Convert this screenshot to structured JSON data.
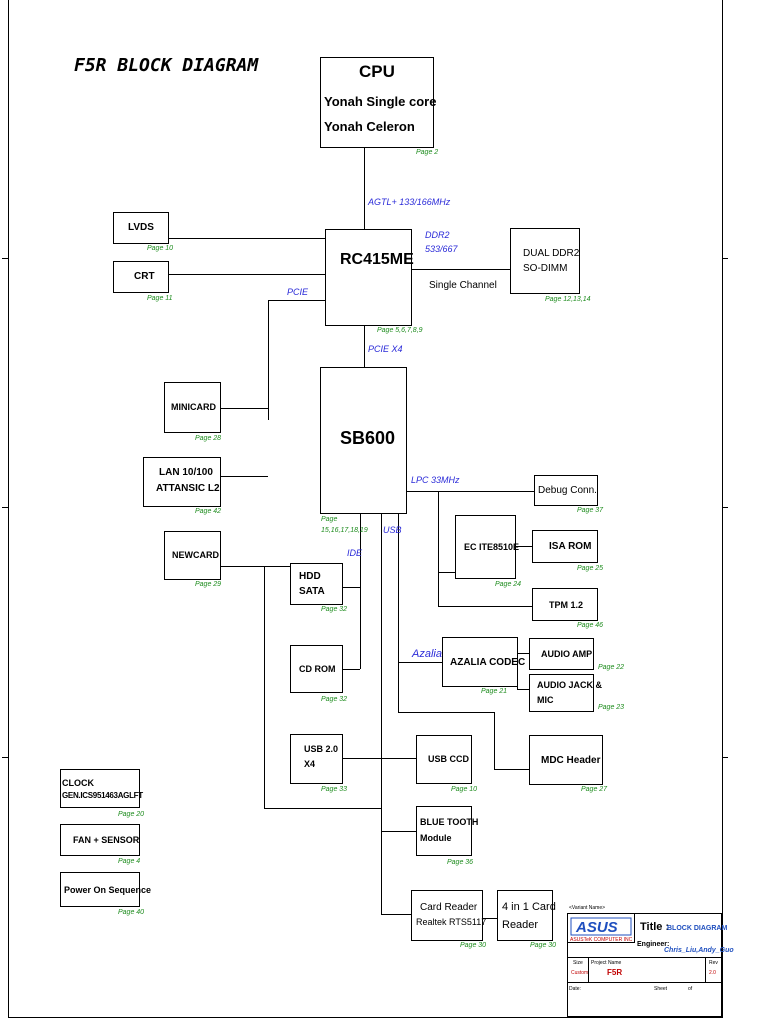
{
  "diagram_title": "F5R BLOCK DIAGRAM",
  "blocks": {
    "cpu": {
      "title": "CPU",
      "line1": "Yonah Single core",
      "line2": "Yonah Celeron",
      "page": "Page 2"
    },
    "lvds": {
      "label": "LVDS",
      "page": "Page 10"
    },
    "crt": {
      "label": "CRT",
      "page": "Page 11"
    },
    "rc415me": {
      "label": "RC415ME",
      "page": "Page 5,6,7,8,9"
    },
    "dual_ddr2": {
      "line1": "DUAL DDR2",
      "line2": "SO-DIMM",
      "page": "Page 12,13,14"
    },
    "minicard": {
      "label": "MINICARD",
      "page": "Page 28"
    },
    "lan": {
      "line1": "LAN 10/100",
      "line2": "ATTANSIC L2",
      "page": "Page 42"
    },
    "sb600": {
      "label": "SB600",
      "page_a": "Page",
      "page_b": "15,16,17,18,19"
    },
    "newcard": {
      "label": "NEWCARD",
      "page": "Page 29"
    },
    "debug": {
      "label": "Debug Conn.",
      "page": "Page 37"
    },
    "ec": {
      "label": "EC ITE8510E",
      "page": "Page 24"
    },
    "isa_rom": {
      "label": "ISA ROM",
      "page": "Page 25"
    },
    "tpm": {
      "label": "TPM 1.2",
      "page": "Page 46"
    },
    "hdd": {
      "line1": "HDD",
      "line2": "SATA",
      "page": "Page 32"
    },
    "cd_rom": {
      "label": "CD ROM",
      "page": "Page 32"
    },
    "azalia_codec": {
      "label": "AZALIA CODEC",
      "page": "Page 21"
    },
    "audio_amp": {
      "label": "AUDIO AMP",
      "page": "Page 22"
    },
    "audio_jack": {
      "line1": "AUDIO JACK &",
      "line2": "MIC",
      "page": "Page 23"
    },
    "mdc": {
      "label": "MDC Header",
      "page": "Page 27"
    },
    "usb20": {
      "line1": "USB 2.0",
      "line2": "X4",
      "page": "Page 33"
    },
    "usb_ccd": {
      "label": "USB CCD",
      "page": "Page 10"
    },
    "bluetooth": {
      "line1": "BLUE TOOTH",
      "line2": "Module",
      "page": "Page 36"
    },
    "card_reader": {
      "line1": "Card Reader",
      "line2": "Realtek RTS5117",
      "page": "Page 30"
    },
    "four_in_one": {
      "line1": "4 in 1 Card",
      "line2": "Reader",
      "page": "Page 30"
    },
    "clock": {
      "line1": "CLOCK",
      "line2": "GEN.ICS951463AGLFT",
      "page": "Page 20"
    },
    "fan": {
      "label": "FAN + SENSOR",
      "page": "Page 4"
    },
    "power_on": {
      "label": "Power On Sequence",
      "page": "Page 40"
    }
  },
  "buses": {
    "agtl": "AGTL+ 133/166MHz",
    "ddr2_a": "DDR2",
    "ddr2_b": "533/667",
    "single_channel": "Single Channel",
    "pcie": "PCIE",
    "pcie_x4": "PCIE X4",
    "lpc": "LPC 33MHz",
    "usb": "USB",
    "ide": "IDE",
    "azalia": "Azalia"
  },
  "title_block": {
    "variant": "<Variant Name>",
    "logo": "ASUS",
    "company": "ASUSTeK COMPUTER INC",
    "title_label": "Title :",
    "title_value": "BLOCK DIAGRAM",
    "engineer_label": "Engineer:",
    "engineer_value": "Chris_Liu,Andy_Guo",
    "size_label": "Size",
    "size_value": "Custom",
    "project_label": "Project Name",
    "project_value": "F5R",
    "rev_label": "Rev",
    "rev_value": "2.0",
    "date_label": "Date:",
    "sheet_label": "Sheet",
    "of_label": "of"
  },
  "colors": {
    "page_ref": "#1a8a1a",
    "bus_label": "#2a2ad8",
    "asus_blue": "#1f4fbf",
    "title_red": "#c00000"
  }
}
